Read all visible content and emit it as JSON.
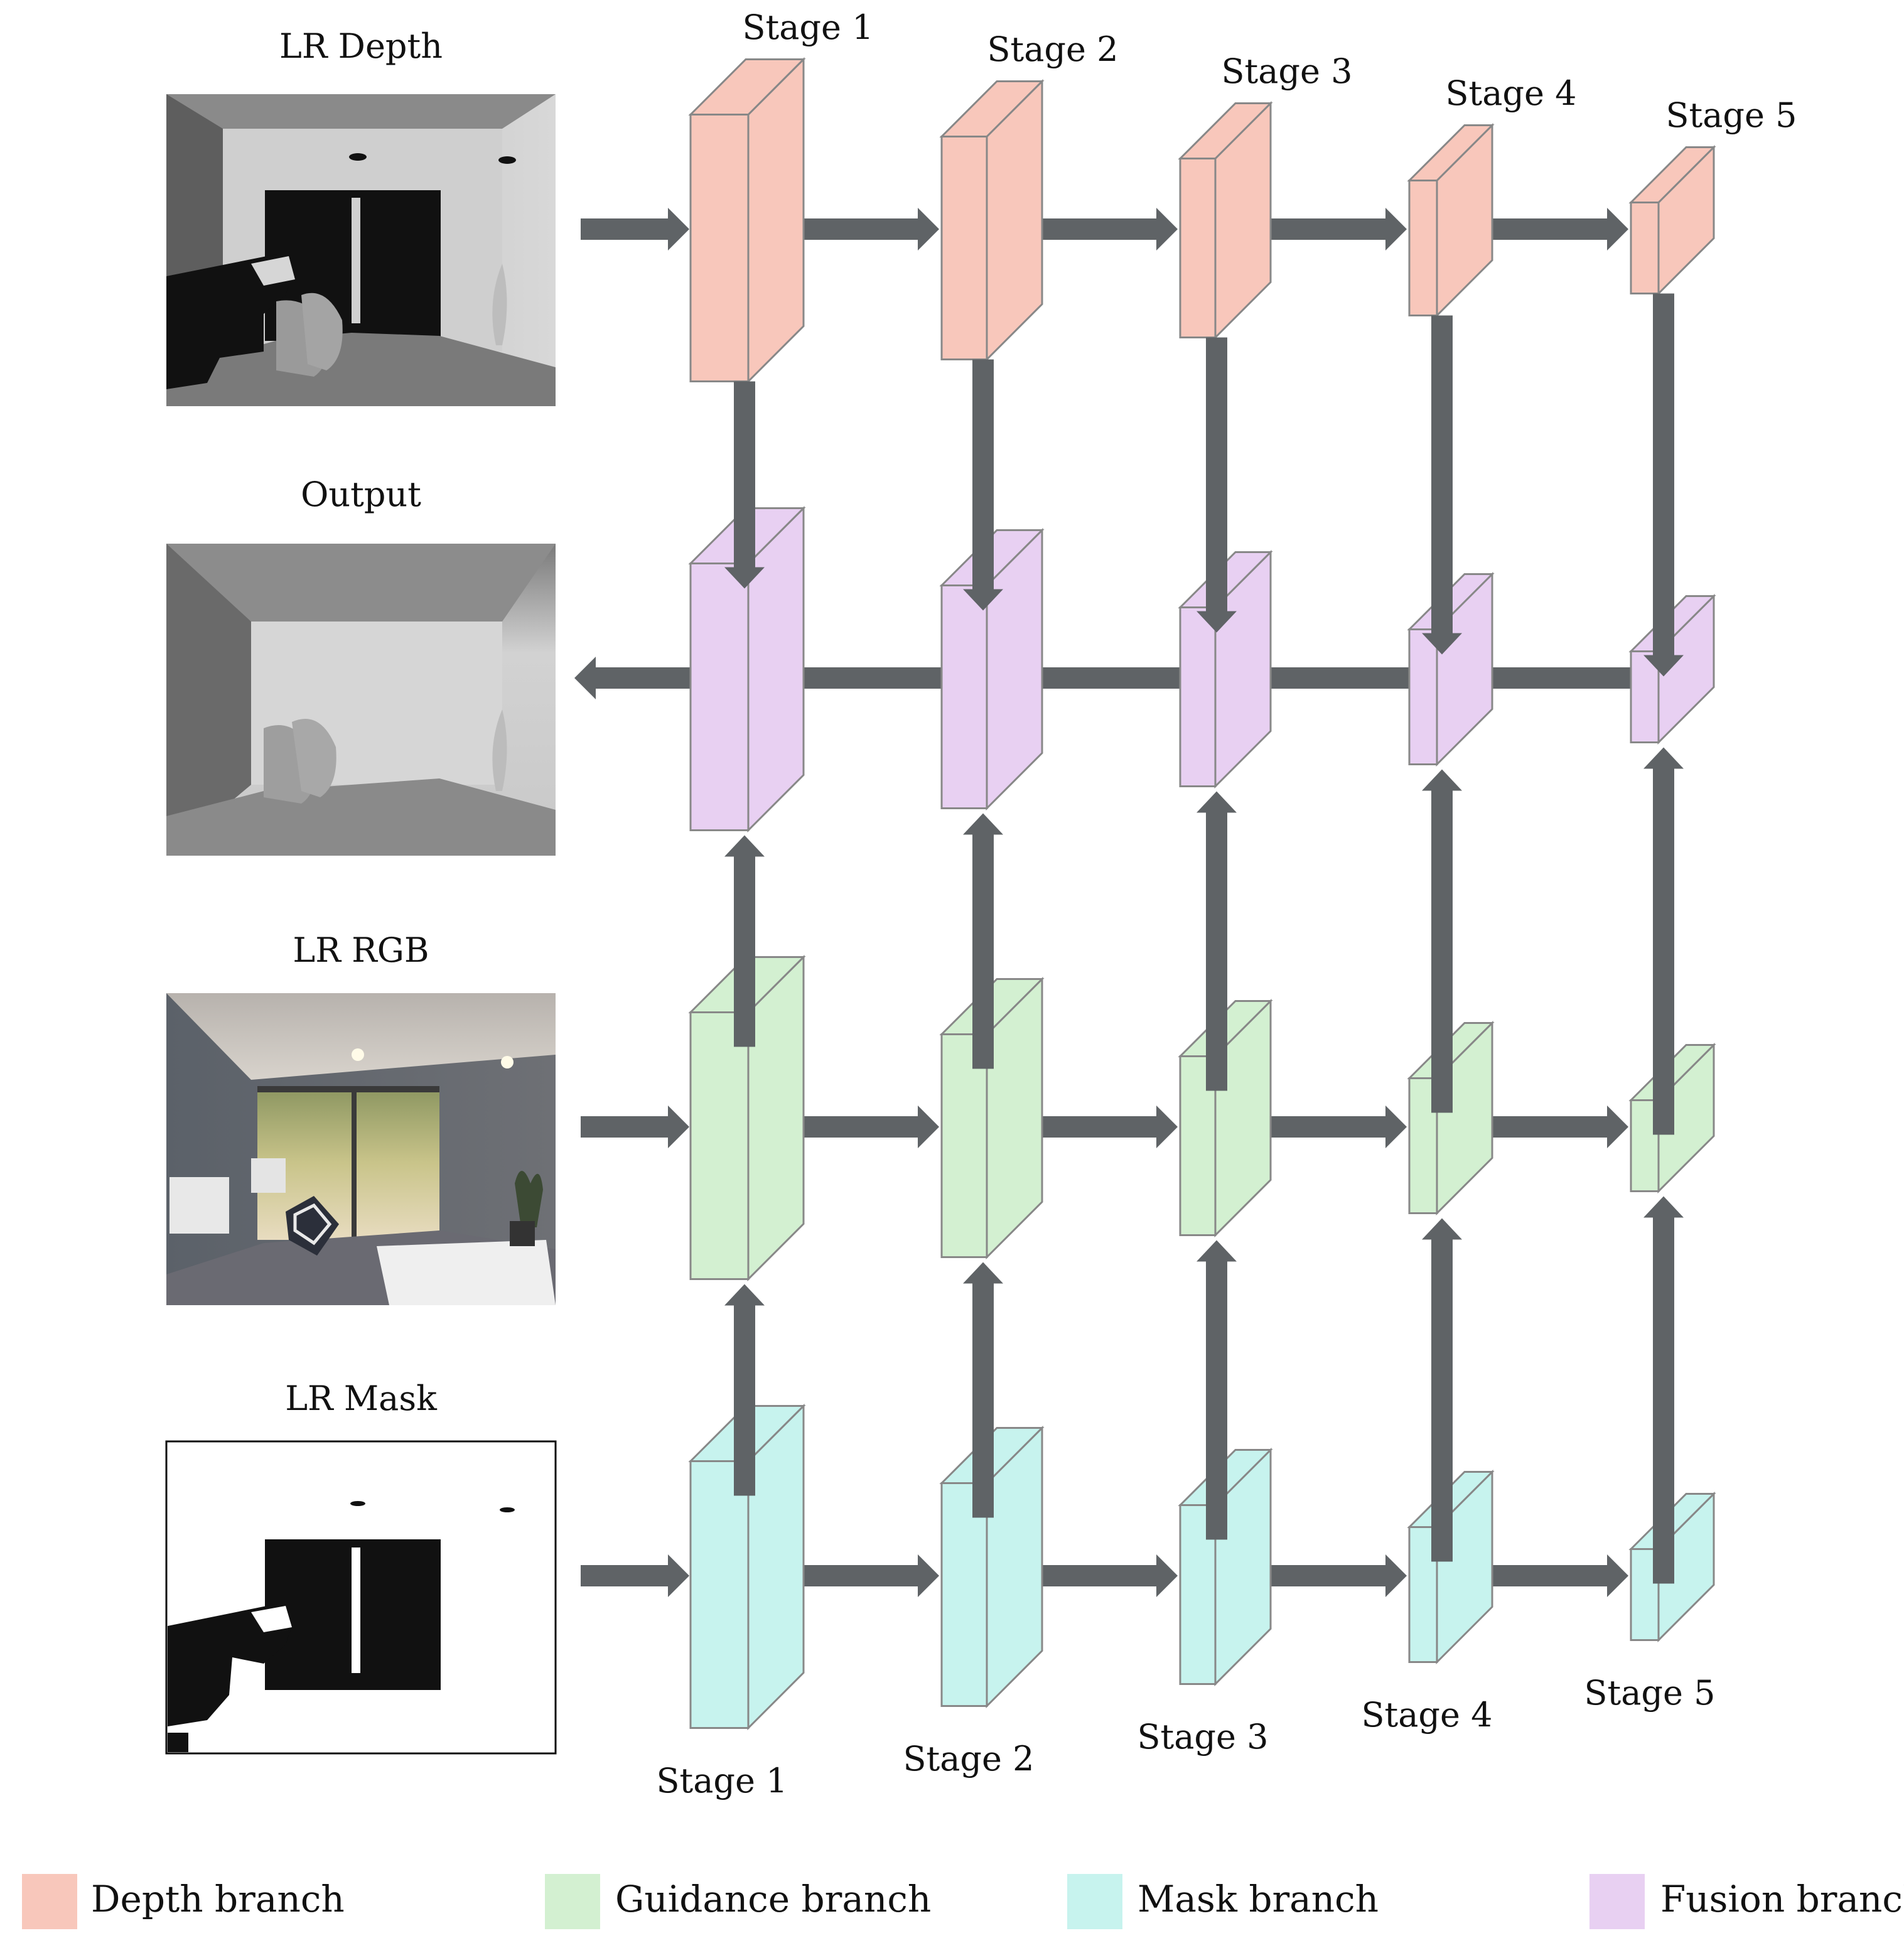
{
  "images": {
    "depth": {
      "title": "LR Depth"
    },
    "output": {
      "title": "Output"
    },
    "rgb": {
      "title": "LR RGB"
    },
    "mask": {
      "title": "LR Mask"
    }
  },
  "stages": {
    "top": [
      "Stage 1",
      "Stage 2",
      "Stage 3",
      "Stage 4",
      "Stage 5"
    ],
    "bottom": [
      "Stage 1",
      "Stage 2",
      "Stage 3",
      "Stage 4",
      "Stage 5"
    ]
  },
  "branches": {
    "depth": {
      "color": "#f8c7bb"
    },
    "fusion": {
      "color": "#e8d0f2"
    },
    "guidance": {
      "color": "#d3f0d1"
    },
    "mask": {
      "color": "#c7f3ee"
    }
  },
  "arrow_color": "#5f6366",
  "legend": [
    {
      "label": "Depth branch",
      "color": "#f8c7bb"
    },
    {
      "label": "Guidance branch",
      "color": "#d3f0d1"
    },
    {
      "label": "Mask branch",
      "color": "#c7f3ee"
    },
    {
      "label": "Fusion branch",
      "color": "#e8d0f2"
    }
  ]
}
